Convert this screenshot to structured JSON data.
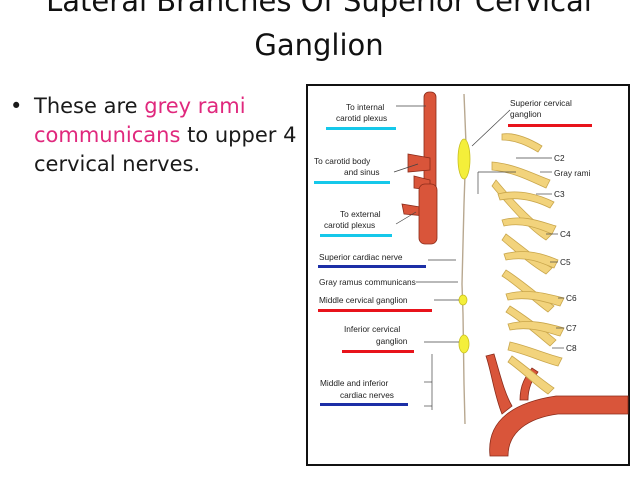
{
  "slide": {
    "title_line1": "Lateral Branches Of Superior Cervical",
    "title_line2": "Ganglion",
    "bullet": {
      "marker": "•",
      "before": "These are ",
      "highlight": "grey rami communicans",
      "after": " to upper 4 cervical nerves."
    }
  },
  "figure": {
    "labels": {
      "to_internal_1": "To internal",
      "to_internal_2": "carotid plexus",
      "to_carotid_body_1": "To carotid body",
      "to_carotid_body_2": "and sinus",
      "to_external_1": "To external",
      "to_external_2": "carotid plexus",
      "superior_cardiac_nerve": "Superior cardiac nerve",
      "gray_ramus_communicans": "Gray ramus communicans",
      "middle_cervical_ganglion": "Middle cervical ganglion",
      "inferior_cervical_1": "Inferior cervical",
      "inferior_cervical_2": "ganglion",
      "middle_inferior_cardiac_1": "Middle and inferior",
      "middle_inferior_cardiac_2": "cardiac nerves",
      "superior_cervical_1": "Superior cervical",
      "superior_cervical_2": "ganglion",
      "c2": "C2",
      "gray_rami": "Gray rami",
      "c3": "C3",
      "c4": "C4",
      "c5": "C5",
      "c6": "C6",
      "c7": "C7",
      "c8": "C8"
    },
    "colors": {
      "artery": "#d9553a",
      "nerve": "#f2d37c",
      "ganglion": "#f4ef3a",
      "underline_cyan": "#15c8ea",
      "underline_red": "#e8131b",
      "underline_blue": "#1c2fa6"
    }
  }
}
